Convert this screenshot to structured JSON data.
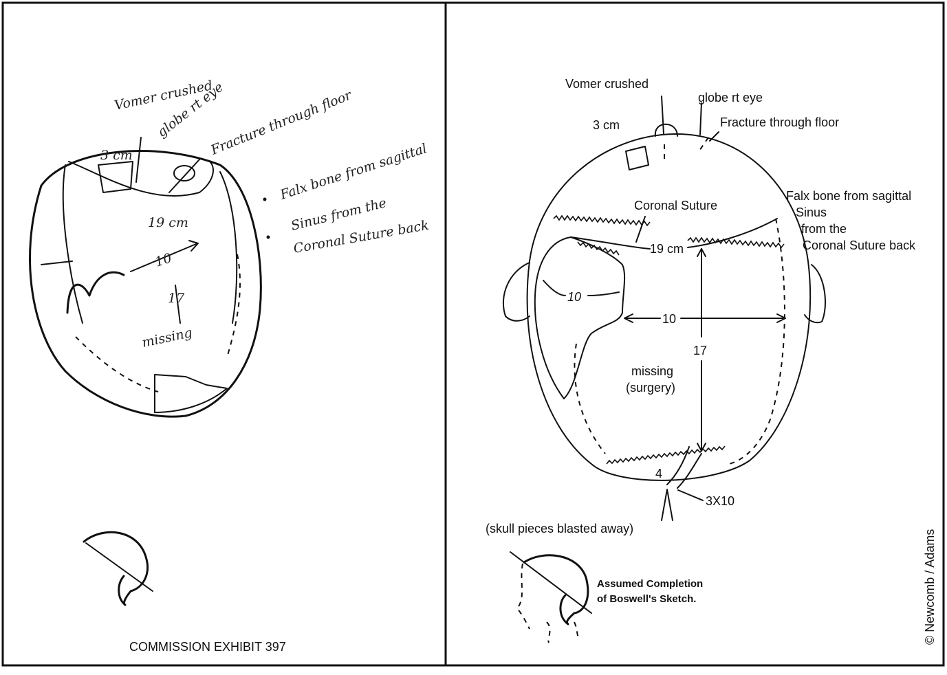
{
  "left_panel": {
    "caption": "COMMISSION EXHIBIT 397",
    "handwritten": {
      "vomer": "Vomer crushed",
      "globe": "globe rt eye",
      "fracture": "Fracture through floor",
      "falx": [
        "Falx bone from sagittal",
        "Sinus from the",
        "Coronal Suture back"
      ],
      "size_19": "19 cm",
      "size_3": "3 cm",
      "size_10": "10",
      "size_17": "17",
      "missing": "missing"
    }
  },
  "right_panel": {
    "labels": {
      "vomer": "Vomer crushed",
      "globe": "globe rt eye",
      "fracture": "Fracture through floor",
      "three_cm": "3 cm",
      "coronal": "Coronal Suture",
      "falx_1": "Falx bone from sagittal",
      "falx_2": "Sinus",
      "falx_3": "from the",
      "falx_4": "Coronal Suture back",
      "nineteen": "19 cm",
      "ten_left": "10",
      "ten_mid": "10",
      "seventeen": "17",
      "missing_1": "missing",
      "missing_2": "(surgery)",
      "four": "4",
      "three_by_ten": "3X10",
      "skull_pieces": "(skull pieces blasted away)",
      "assumed_1": "Assumed Completion",
      "assumed_2": "of Boswell's Sketch."
    },
    "credit": "© Newcomb / Adams"
  }
}
